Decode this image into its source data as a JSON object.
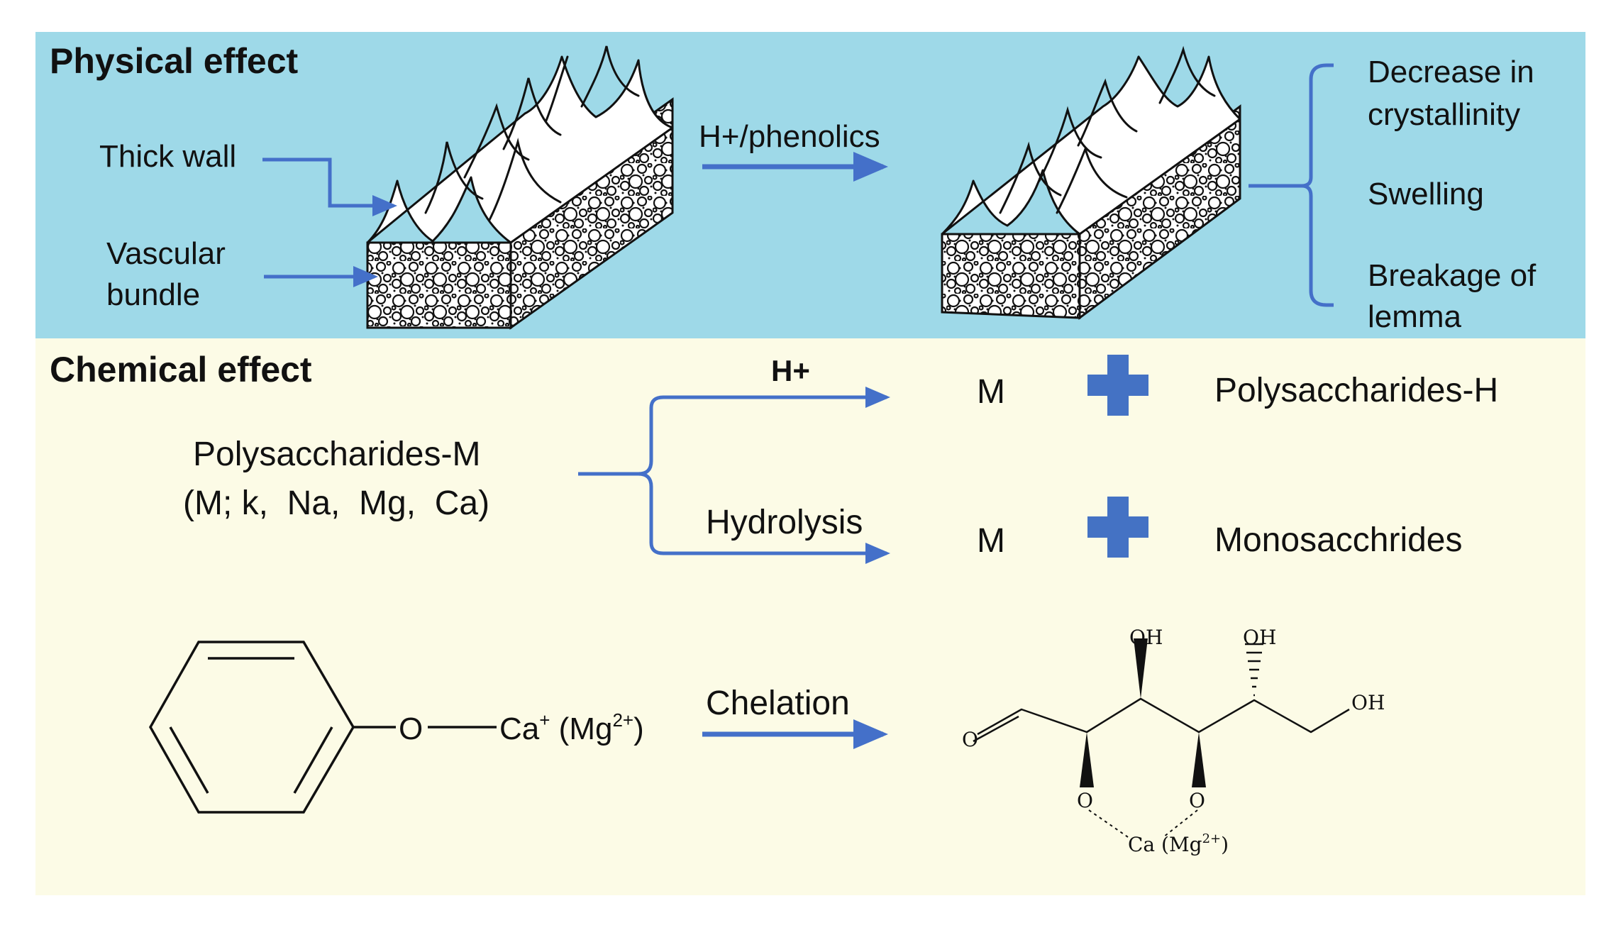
{
  "colors": {
    "physical_bg": "#9ed9e8",
    "chemical_bg": "#fcfbe6",
    "arrow": "#4470c9",
    "plus": "#4472c4",
    "text": "#111111"
  },
  "physical": {
    "title": "Physical effect",
    "label_thick_wall": "Thick wall",
    "label_vascular_1": "Vascular",
    "label_vascular_2": "bundle",
    "arrow_label": "H+/phenolics",
    "effects": {
      "decrease_1": "Decrease in",
      "decrease_2": "crystallinity",
      "swelling": "Swelling",
      "breakage_1": "Breakage of",
      "breakage_2": "lemma"
    }
  },
  "chemical": {
    "title": "Chemical effect",
    "reactant_line1": "Polysaccharides-M",
    "reactant_line2": "(M; k,  Na,  Mg,  Ca)",
    "upper_arrow_label": "H+",
    "lower_arrow_label": "Hydrolysis",
    "product1_metal": "M",
    "product1_other": "Polysaccharides-H",
    "product2_metal": "M",
    "product2_other": "Monosacchrides",
    "chelation_label": "Chelation",
    "phenoxide": {
      "oxygen": "O",
      "cation": "Ca",
      "cation_charge": "+",
      "alt_prefix": " (Mg",
      "alt_charge": "2+",
      "alt_suffix": ")"
    },
    "sugar": {
      "oh1": "OH",
      "oh2": "OH",
      "oh3": "OH",
      "carbonyl_o": "O",
      "chelate_o1": "O",
      "chelate_o2": "O",
      "metal": "Ca",
      "metal_alt": "(Mg",
      "metal_alt_charge": "2+",
      "metal_alt_close": ")"
    }
  }
}
